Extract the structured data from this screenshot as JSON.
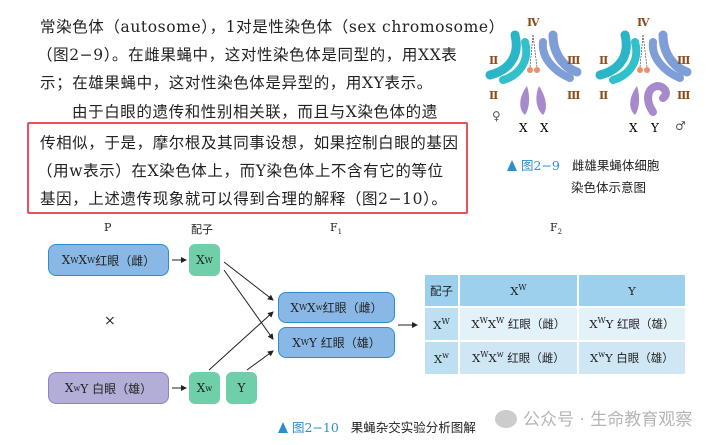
{
  "text": {
    "lines": [
      "常染色体（autosome），1对是性染色体（sex chromosome）",
      "（图2−9）。在雌果蝇中，这对性染色体是同型的，用XX表",
      "示；在雄果蝇中，这对性染色体是异型的，用XY表示。",
      "由于白眼的遗传和性别相关联，而且与X染色体的遗",
      "传相似，于是，摩尔根及其同事设想，如果控制白眼的基因",
      "（用w表示）在X染色体上，而Y染色体上不含有它的等位",
      "基因，上述遗传现象就可以得到合理的解释（图2−10）。"
    ]
  },
  "fig29": {
    "numerals": {
      "iv": "Ⅳ",
      "ii": "Ⅱ",
      "iii": "Ⅲ"
    },
    "female_symbol": "♀",
    "male_symbol": "♂",
    "female_sex": [
      "X",
      "X"
    ],
    "male_sex": [
      "X",
      "Y"
    ],
    "caption_num": "图2−9",
    "caption_line1": "雌雄果蝇体细胞",
    "caption_line2": "染色体示意图"
  },
  "fig210": {
    "labels": {
      "p": "P",
      "gamete": "配子",
      "f1": "F",
      "f1_sub": "1",
      "f2": "F",
      "f2_sub": "2",
      "cross": "×"
    },
    "p_female": {
      "x1": "X",
      "s1": "W",
      "x2": "X",
      "s2": "W",
      "desc": " 红眼（雌）"
    },
    "p_male": {
      "x1": "X",
      "s1": "w",
      "rest": "Y 白眼（雄）"
    },
    "gametes": {
      "g1": "X",
      "g1s": "W",
      "g2": "X",
      "g2s": "w",
      "g3": "Y"
    },
    "f1_female": {
      "x1": "X",
      "s1": "W",
      "x2": "X",
      "s2": "w",
      "desc": " 红眼（雌）"
    },
    "f1_male": {
      "x1": "X",
      "s1": "W",
      "rest": "Y 红眼（雄）"
    },
    "table": {
      "corner": "配子",
      "col1": "X",
      "col1s": "W",
      "col2": "Y",
      "row1": "X",
      "row1s": "W",
      "row2": "X",
      "row2s": "w",
      "c11": {
        "a": "X",
        "as": "W",
        "b": "X",
        "bs": "W",
        "d": " 红眼（雌）"
      },
      "c12": {
        "a": "X",
        "as": "W",
        "d": "Y 红眼（雄）"
      },
      "c21": {
        "a": "X",
        "as": "W",
        "b": "X",
        "bs": "w",
        "d": " 红眼（雌）"
      },
      "c22": {
        "a": "X",
        "as": "w",
        "d": "Y 白眼（雄）"
      }
    },
    "caption_num": "图2−10",
    "caption_text": "果蝇杂交实验分析图解"
  },
  "watermark": "公众号 · 生命教育观察"
}
